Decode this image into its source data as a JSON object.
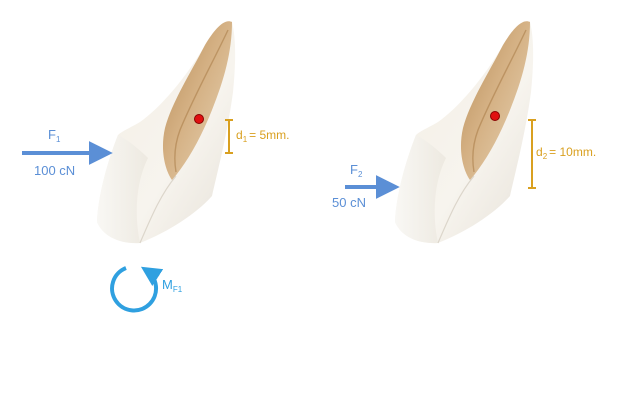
{
  "left": {
    "force": {
      "symbol": "F",
      "subscript": "1",
      "magnitude": "100 cN"
    },
    "distance": {
      "symbol": "d",
      "subscript": "1",
      "value": "=  5mm."
    },
    "moment": {
      "symbol": "M",
      "subscript": "F1"
    }
  },
  "right": {
    "force": {
      "symbol": "F",
      "subscript": "2",
      "magnitude": "50 cN"
    },
    "distance": {
      "symbol": "d",
      "subscript": "2",
      "value": "= 10mm."
    }
  },
  "colors": {
    "force_arrow": "#5b8fd6",
    "distance_marker": "#d9a020",
    "moment_arrow": "#2fa0e0",
    "resistance_center": "#e01010",
    "tooth_root": "#c9a170",
    "tooth_crown": "#f1ece2"
  },
  "icons": {
    "tooth": "tooth-illustration",
    "resistance_center": "center-of-resistance-dot",
    "moment": "counterclockwise-rotation-arrow"
  }
}
